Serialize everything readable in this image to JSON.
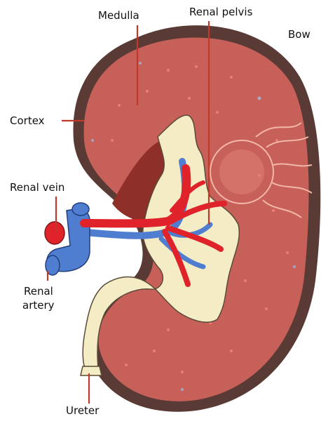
{
  "labels": {
    "medulla": "Medulla",
    "renal_pelvis": "Renal pelvis",
    "bowman": "Bow",
    "cortex": "Cortex",
    "renal_vein": "Renal vein",
    "renal_artery_line1": "Renal",
    "renal_artery_line2": "artery",
    "ureter": "Ureter"
  },
  "colors": {
    "capsule": "#5a3a35",
    "cortex": "#c8605a",
    "medulla_dark": "#8e2f2a",
    "pelvis": "#f3ecc4",
    "artery": "#e0222a",
    "vein": "#4f7ed0",
    "leader": "#c0392b"
  }
}
